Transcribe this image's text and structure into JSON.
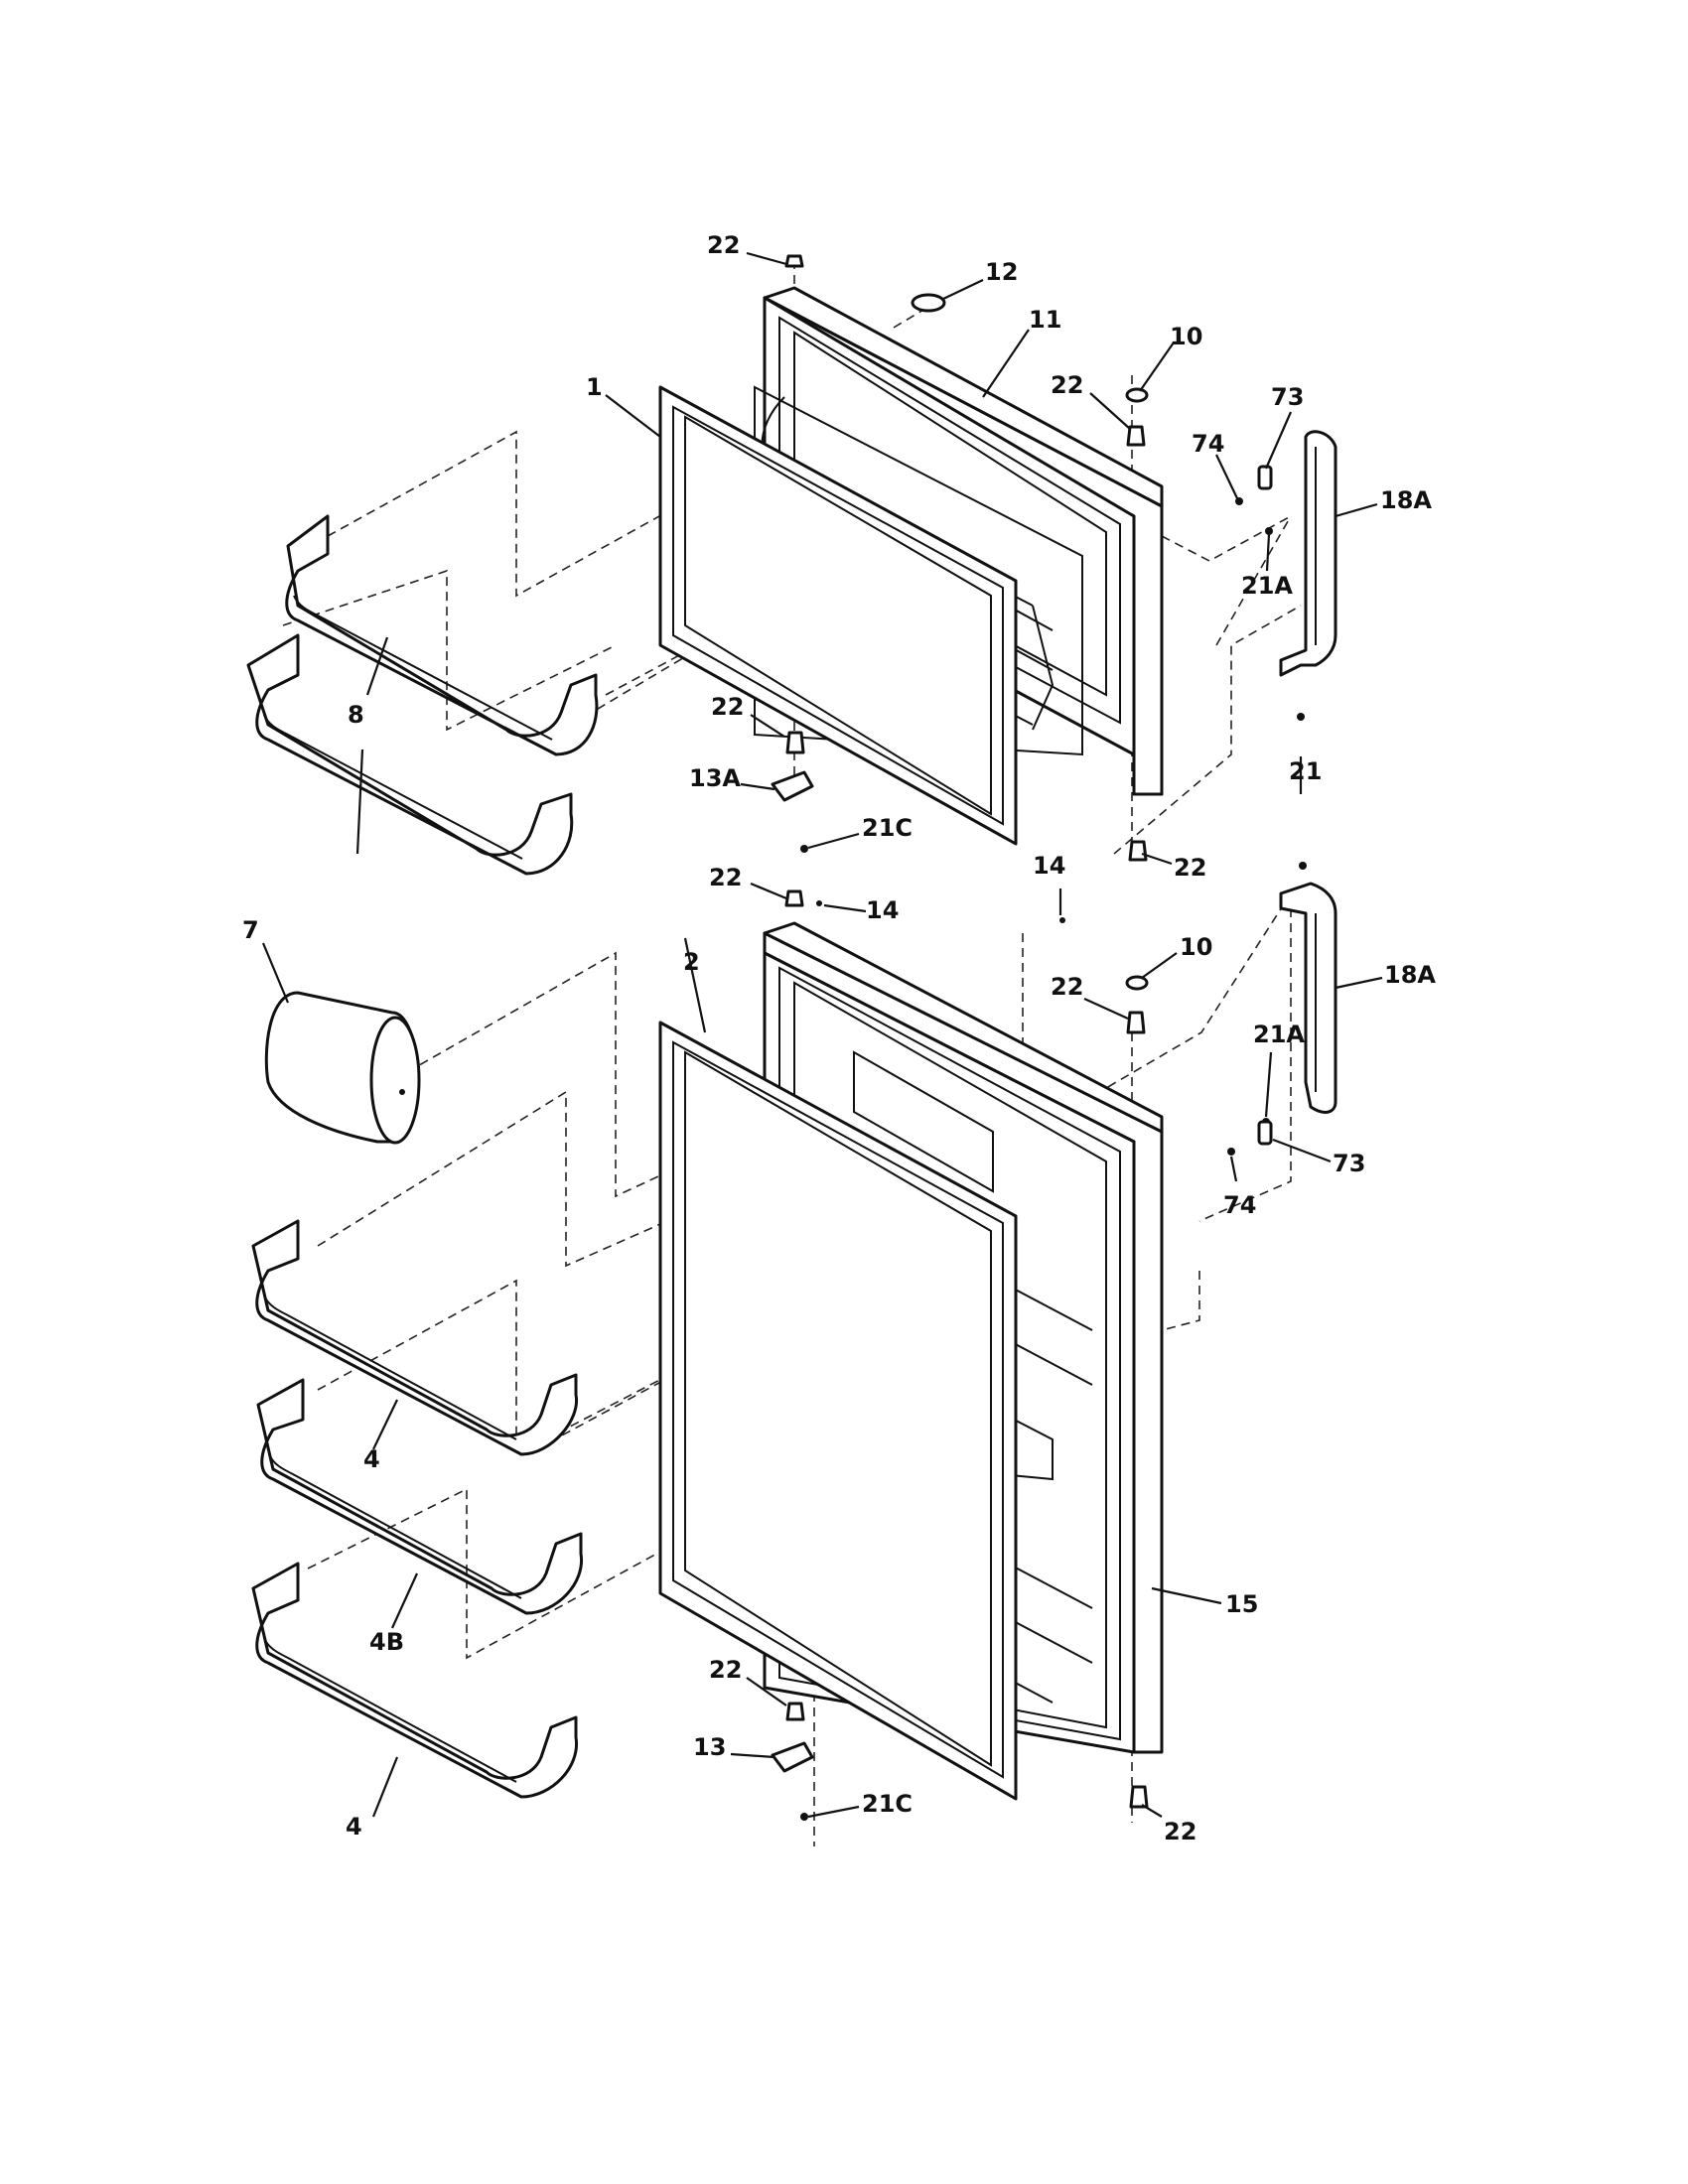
{
  "diagram": {
    "callouts": {
      "c22_top": "22",
      "c12": "12",
      "c11": "11",
      "c10_top": "10",
      "c22_fz_right": "22",
      "c1": "1",
      "c74_top": "74",
      "c73_top": "73",
      "c18A_top": "18A",
      "c21A_top": "21A",
      "c8": "8",
      "c22_fz_hinge": "22",
      "c13A": "13A",
      "c21C_top": "21C",
      "c22_fz_bottom": "22",
      "c21": "21",
      "c14_right": "14",
      "c22_ff_top": "22",
      "c14_left": "14",
      "c7": "7",
      "c2": "2",
      "c10_bot": "10",
      "c22_ff_right": "22",
      "c18A_bot": "18A",
      "c21A_bot": "21A",
      "c73_bot": "73",
      "c74_bot": "74",
      "c4_upper": "4",
      "c4B": "4B",
      "c4_lower": "4",
      "c15": "15",
      "c22_ff_hinge": "22",
      "c13": "13",
      "c21C_bot": "21C",
      "c22_ff_bottom": "22"
    }
  }
}
